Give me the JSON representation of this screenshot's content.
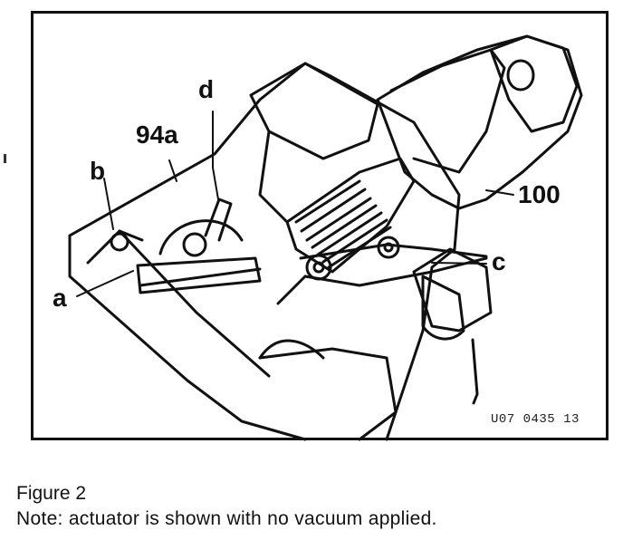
{
  "labels": {
    "d": "d",
    "f94a": "94a",
    "b": "b",
    "a": "a",
    "p100": "100",
    "c": "c",
    "code": "U07 0435 13"
  },
  "caption": {
    "figure": "Figure 2",
    "note": "Note: actuator is shown with no vacuum applied."
  }
}
